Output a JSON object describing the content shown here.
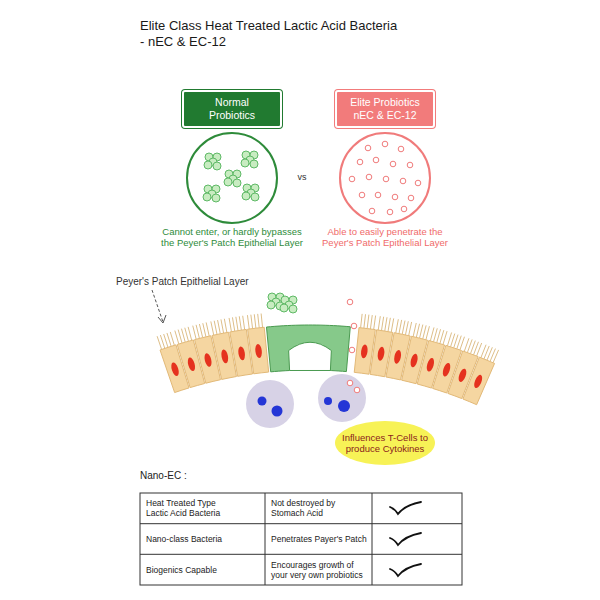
{
  "diagram": {
    "title": "Elite Class Heat Treated Lactic Acid Bacteria - nEC & EC-12",
    "nodes": [
      {
        "text": [
          "Normal Probiotics"
        ]
      },
      {
        "text": [
          "Elite Probiotics nEC & EC-12"
        ]
      },
      {
        "text": [
          "Influences T-Cells to produce Cytokines"
        ]
      }
    ],
    "labels": [
      "Cannot enter, or hardly bypasses the Peyer's Patch Epithelial Layer",
      "vs",
      "Able to easily penetrate the Peyer's Patch Epithelial Layer",
      "Peyer's Patch Epithelial Layer",
      "Nano-EC :",
      "Heat Treated Type Lactic Acid Bacteria",
      "Not destroyed by Stomach Acid",
      "Nano-class Bacteria",
      "Penetrates Payer's Patch",
      "Biogenics Capable",
      "Encourages growth of your very own probiotics"
    ]
  }
}
